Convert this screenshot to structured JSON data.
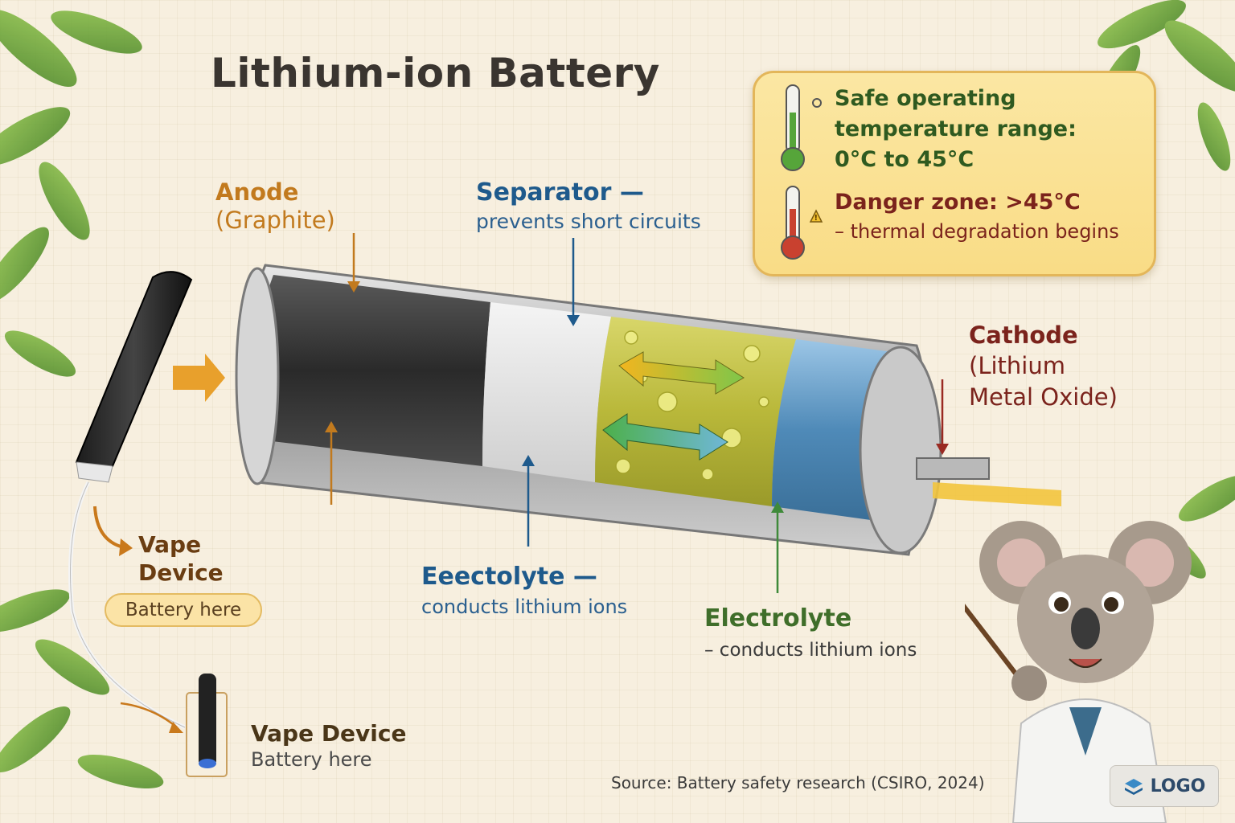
{
  "title": "Lithium-ion Battery",
  "labels": {
    "anode": {
      "title": "Anode",
      "subtitle": "(Graphite)"
    },
    "separator": {
      "title": "Separator —",
      "subtitle": "prevents short circuits"
    },
    "cathode": {
      "line1": "Cathode",
      "line2": "(Lithium",
      "line3": "Metal Oxide)"
    },
    "electrolyte_left": {
      "title": "Eeectolyte —",
      "subtitle": "conducts lithium ions"
    },
    "electrolyte_right": {
      "title": "Electrolyte",
      "subtitle": "– conducts lithium ions"
    }
  },
  "temperature": {
    "safe_line1": "Safe operating",
    "safe_line2": "temperature range:",
    "safe_line3": "0°C to 45°C",
    "danger_title": "Danger zone: >45°C",
    "danger_subtitle": "– thermal degradation begins"
  },
  "vape_top": {
    "line1": "Vape",
    "line2": "Device",
    "pill": "Battery here"
  },
  "vape_bottom": {
    "title": "Vape Device",
    "subtitle": "Battery here"
  },
  "source": "Source: Battery safety research (CSIRO, 2024)",
  "logo": "LOGO",
  "colors": {
    "anode": "#c27a1e",
    "separator": "#1e5a8c",
    "cathode": "#7b231c",
    "electrolyte": "#3f6e2a",
    "panel": "#f9dc86"
  }
}
